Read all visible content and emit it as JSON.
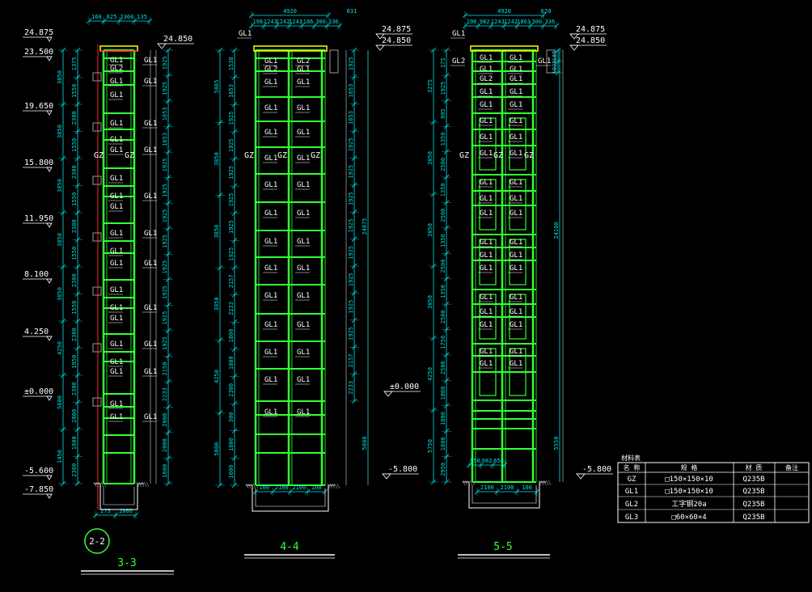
{
  "colors": {
    "background": "#000000",
    "frame": "#33ff33",
    "dimension": "#00e5e5",
    "text": "#ffffff",
    "red": "#ff2020",
    "yellow": "#ffff00",
    "gray": "#9a9a9a"
  },
  "sections": [
    {
      "id": "3-3",
      "title": "3-3",
      "bubble": "2-2",
      "top_dims": [
        "160",
        "625",
        "2360",
        "135"
      ],
      "bottom_dims": [
        "275",
        "2060"
      ],
      "elev_labels": [
        "24.875",
        "23.500",
        "19.650",
        "15.800",
        "11.950",
        "8.100",
        "4.250",
        "±0.000",
        "-5.600",
        "-7.850"
      ],
      "right_elev": "24.850",
      "left_dims_outer": [
        "3850",
        "3850",
        "3850",
        "3850",
        "3850",
        "4250",
        "5600",
        "1450"
      ],
      "left_dims_inner": [
        "1375",
        "1550",
        "2300",
        "1550",
        "2300",
        "1550",
        "2300",
        "1550",
        "2300",
        "1550",
        "2300",
        "1950",
        "2300",
        "2000",
        "1800",
        "2300"
      ],
      "right_dims": [
        "1925",
        "1925",
        "1653",
        "1653",
        "1925",
        "1925",
        "1925",
        "1925",
        "1925",
        "1925",
        "1925",
        "1925",
        "2150",
        "2233",
        "2000",
        "2000",
        "1600"
      ],
      "beam_labels": [
        "GL1",
        "GL1",
        "GL2",
        "GL1",
        "GL1",
        "GL1",
        "GL1",
        "GL1",
        "GL1",
        "GL1",
        "GL1",
        "GL1",
        "GL1",
        "GL1",
        "GL1",
        "GL1",
        "GL1",
        "GL1",
        "GL1",
        "GL1",
        "GL1",
        "GL1",
        "GL1",
        "GL1",
        "GL1",
        "GL1",
        "GL1",
        "GL1",
        "GL1",
        "GL1",
        "GL1",
        "GL1"
      ],
      "column_labels": [
        "GZ",
        "GZ"
      ]
    },
    {
      "id": "4-4",
      "title": "4-4",
      "top_total": "4920",
      "top_right": "631",
      "top_dims": [
        "198",
        "1243",
        "1242",
        "1243",
        "186",
        "300",
        "336"
      ],
      "bottom_dims": [
        "100",
        "2100",
        "2100",
        "100"
      ],
      "elev_labels": [
        "24.875",
        "24.850",
        "±0.000",
        "-5.800"
      ],
      "left_dims_outer": [
        "5865",
        "3850",
        "3850",
        "3850",
        "4250",
        "5800"
      ],
      "left_dims_inner": [
        "1538",
        "1653",
        "1925",
        "1925",
        "1925",
        "1925",
        "1925",
        "1925",
        "2157",
        "2233",
        "1800",
        "1800",
        "2300",
        "300",
        "1800",
        "1600"
      ],
      "right_dims": [
        "1925",
        "1653",
        "1653",
        "1925",
        "1925",
        "1925",
        "1925",
        "1925",
        "1925",
        "1925",
        "1925",
        "2157",
        "2233"
      ],
      "right_total": "24875",
      "right_below": "5800",
      "beam_labels": [
        "GL1",
        "GL2",
        "GL2",
        "GL1",
        "GL1",
        "GL1",
        "GL1",
        "GL1",
        "GL1",
        "GL1",
        "GL1",
        "GL1",
        "GL1",
        "GL1",
        "GL1",
        "GL1",
        "GL1",
        "GL1",
        "GL1",
        "GL1",
        "GL1",
        "GL1",
        "GL1",
        "GL1",
        "GL1",
        "GL1",
        "GL1",
        "GL1",
        "GL1",
        "GL1"
      ],
      "column_labels": [
        "GZ",
        "GZ",
        "GZ"
      ]
    },
    {
      "id": "5-5",
      "title": "5-5",
      "top_total": "4920",
      "top_right": "620",
      "top_dims": [
        "198",
        "982",
        "1243",
        "1242",
        "1863",
        "300",
        "336"
      ],
      "bottom_dims": [
        "950",
        "982",
        "658",
        "2100",
        "2100",
        "100"
      ],
      "elev_labels": [
        "24.875",
        "24.850",
        "-5.800"
      ],
      "left_dims_outer": [
        "3275",
        "3850",
        "3850",
        "3850",
        "4250",
        "5750"
      ],
      "left_dims_inner": [
        "175",
        "1925",
        "995",
        "1350",
        "2500",
        "1350",
        "2500",
        "1350",
        "2500",
        "1350",
        "2500",
        "1750",
        "2500",
        "1800",
        "1800",
        "1800",
        "2950"
      ],
      "right_dims": [
        "185",
        "1925"
      ],
      "right_total": "24100",
      "right_below": "5550",
      "beam_labels": [
        "GL1",
        "GL1",
        "GL1",
        "GL1",
        "GL2",
        "GL1",
        "GL1",
        "GL1",
        "GL1",
        "GL1",
        "GL1",
        "GL1",
        "GL1",
        "GL1",
        "GL1",
        "GL1",
        "GL1",
        "GL1",
        "GL1",
        "GL1",
        "GL1",
        "GL1",
        "GL1",
        "GL1",
        "GL1",
        "GL1",
        "GL1",
        "GL1",
        "GL1",
        "GL1",
        "GL1",
        "GL1",
        "GL1",
        "GL1",
        "GL1",
        "GL1",
        "GL1",
        "GL1"
      ],
      "column_labels": [
        "GZ",
        "GZ",
        "GZ"
      ]
    }
  ],
  "material_table": {
    "title": "材料表",
    "headers": [
      "名 称",
      "规 格",
      "材 质",
      "备注"
    ],
    "rows": [
      [
        "GZ",
        "□150×150×10",
        "Q235B",
        ""
      ],
      [
        "GL1",
        "□150×150×10",
        "Q235B",
        ""
      ],
      [
        "GL2",
        "工字钢20a",
        "Q235B",
        ""
      ],
      [
        "GL3",
        "□60×60×4",
        "Q235B",
        ""
      ]
    ]
  }
}
